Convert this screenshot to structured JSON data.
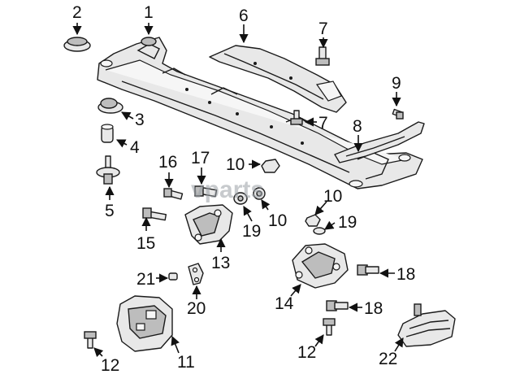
{
  "watermark": "vparts",
  "callouts": {
    "c1": "1",
    "c2": "2",
    "c3": "3",
    "c4": "4",
    "c5": "5",
    "c6": "6",
    "c7a": "7",
    "c7b": "7",
    "c8": "8",
    "c9": "9",
    "c10a": "10",
    "c10b": "10",
    "c10c": "10",
    "c11": "11",
    "c12a": "12",
    "c12b": "12",
    "c13": "13",
    "c14": "14",
    "c15": "15",
    "c16": "16",
    "c17": "17",
    "c18a": "18",
    "c18b": "18",
    "c19a": "19",
    "c19b": "19",
    "c20": "20",
    "c21": "21",
    "c22": "22"
  }
}
